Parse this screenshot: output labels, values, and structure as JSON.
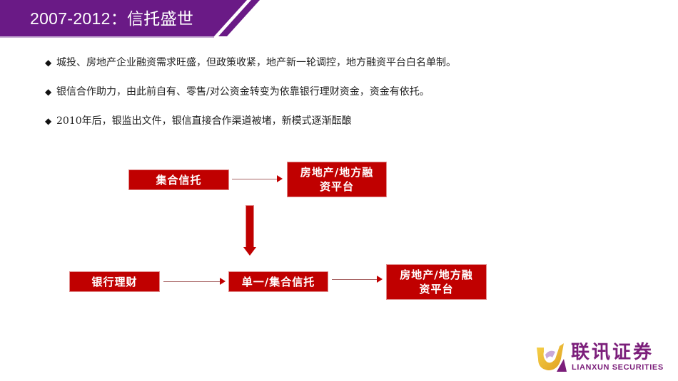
{
  "header": {
    "title": "2007-2012：信托盛世",
    "band_color": "#6a1a86"
  },
  "bullets": [
    {
      "marker": "◆",
      "text": "城投、房地产企业融资需求旺盛，但政策收紧，地产新一轮调控，地方融资平台白名单制。"
    },
    {
      "marker": "◆",
      "text": "银信合作助力，由此前自有、零售/对公资金转变为依靠银行理财资金，资金有依托。"
    },
    {
      "marker": "◆",
      "text": "2010年后，银监出文件，银信直接合作渠道被堵，新模式逐渐酝酿"
    }
  ],
  "diagram": {
    "box_color": "#c00000",
    "top_row": {
      "source": "集合信托",
      "target_line1": "房地产/地方融",
      "target_line2": "资平台"
    },
    "bottom_row": {
      "source": "银行理财",
      "middle": "单一/集合信托",
      "target_line1": "房地产/地方融",
      "target_line2": "资平台"
    }
  },
  "logo": {
    "name_cn": "联讯证券",
    "name_en": "LIANXUN SECURITIES",
    "brand_color": "#7b1e7a"
  }
}
